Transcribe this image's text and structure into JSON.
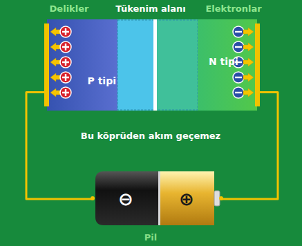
{
  "diagram": {
    "nodes": [
      {
        "text": [
          "P tipi"
        ]
      },
      {
        "text": [
          "N tipi"
        ]
      },
      {
        "text": [
          "⊖",
          "⊕"
        ]
      }
    ],
    "edges": [
      {
        "from": 0,
        "to": 2,
        "arrow": "none"
      },
      {
        "from": 1,
        "to": 2,
        "arrow": "none"
      }
    ],
    "labels": [
      "Delikler",
      "Tükenim alanı",
      "Elektronlar",
      "Bu köprüden akım geçemez",
      "Pil"
    ]
  }
}
